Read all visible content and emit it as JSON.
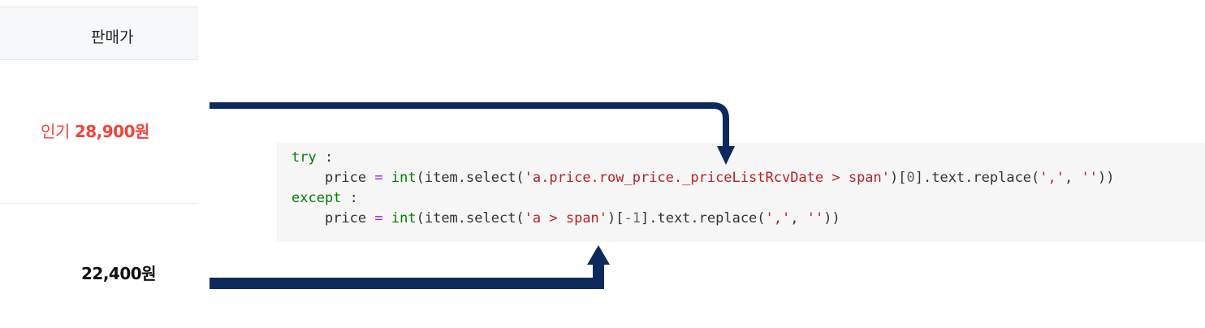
{
  "table": {
    "header": "판매가",
    "rows": [
      {
        "badge": "인기",
        "price": "28,900원"
      },
      {
        "badge": "",
        "price": "22,400원"
      }
    ]
  },
  "code": {
    "line1_kw": "try",
    "line1_colon": " :",
    "line2_indent": "    ",
    "line2_var": "price",
    "line2_eq": "=",
    "line2_fn": "int",
    "line2_call": "(item.select(",
    "line2_str1": "'a.price.row_price._priceListRcvDate > span'",
    "line2_idx_open": ")[",
    "line2_idx": "0",
    "line2_method": "].text.replace(",
    "line2_str2": "','",
    "line2_comma": ", ",
    "line2_str3": "''",
    "line2_close": "))",
    "line3_kw": "except",
    "line3_colon": " :",
    "line4_var": "price",
    "line4_eq": "=",
    "line4_fn": "int",
    "line4_call": "(item.select(",
    "line4_str1": "'a > span'",
    "line4_idx_open": ")[",
    "line4_idx": "-1",
    "line4_method": "].text.replace(",
    "line4_str2": "','",
    "line4_comma": ", ",
    "line4_str3": "''",
    "line4_close": "))"
  },
  "colors": {
    "arrow": "#0d2a5c",
    "popular_price": "#f0443a",
    "keyword": "#008000",
    "string": "#ba2121",
    "operator": "#a020f0"
  }
}
